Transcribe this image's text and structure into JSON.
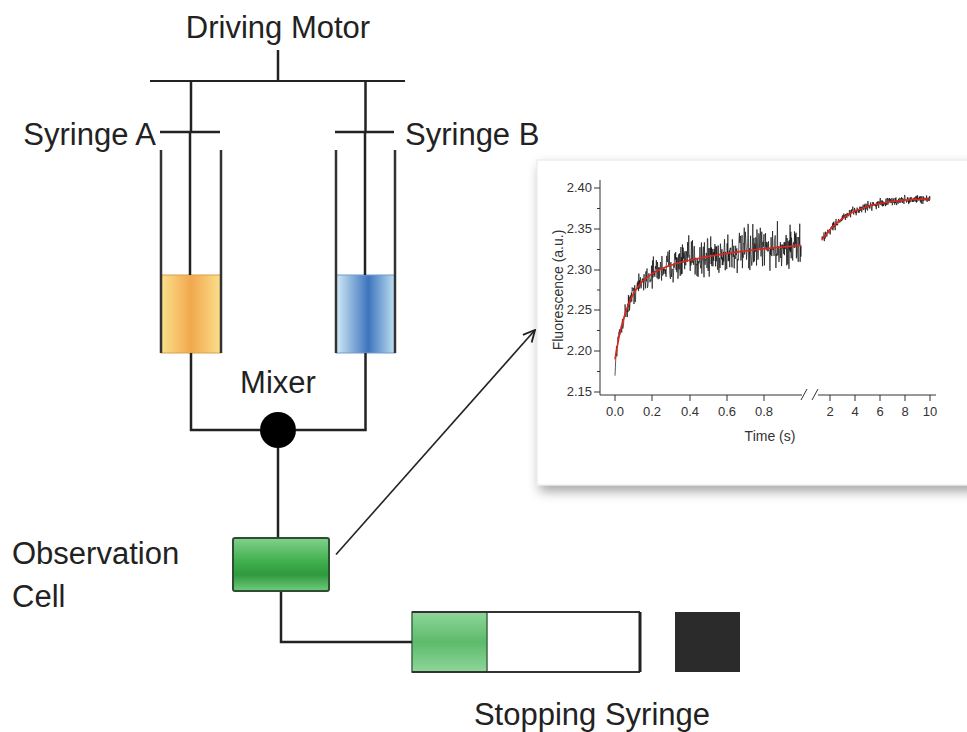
{
  "diagram": {
    "nodes": [
      {
        "text": [
          "Driving Motor"
        ]
      },
      {
        "text": [
          "Syringe A"
        ]
      },
      {
        "text": [
          "Syringe B"
        ]
      },
      {
        "text": [
          "Mixer"
        ]
      },
      {
        "text": [
          "Observation Cell"
        ]
      },
      {
        "text": [
          "Stopping Syringe"
        ]
      },
      {
        "text": [
          "2.40",
          "2.35",
          "2.30",
          "2.25",
          "2.20",
          "2.15",
          "0.0",
          "0.2",
          "0.4",
          "0.6",
          "0.8",
          "2",
          "4",
          "6",
          "8",
          "10",
          "Time (s)",
          "Fluorescence (a.u.)"
        ]
      }
    ],
    "edges": [
      {
        "from": 0,
        "to": 1,
        "arrow": "none"
      },
      {
        "from": 0,
        "to": 2,
        "arrow": "none"
      },
      {
        "from": 1,
        "to": 3,
        "arrow": "none"
      },
      {
        "from": 2,
        "to": 3,
        "arrow": "none"
      },
      {
        "from": 3,
        "to": 4,
        "arrow": "none"
      },
      {
        "from": 4,
        "to": 5,
        "arrow": "none"
      },
      {
        "from": 4,
        "to": 6,
        "arrow": "to"
      }
    ]
  }
}
